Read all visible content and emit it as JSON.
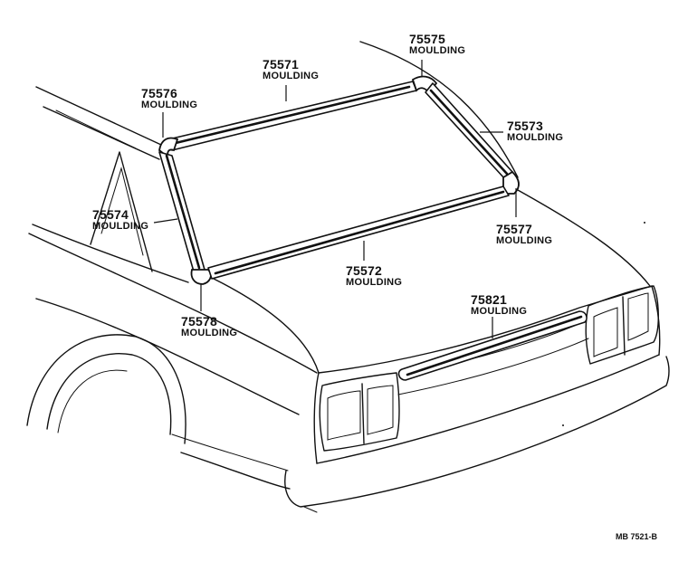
{
  "parts": {
    "p75571": {
      "number": "75571",
      "name": "MOULDING"
    },
    "p75575": {
      "number": "75575",
      "name": "MOULDING"
    },
    "p75576": {
      "number": "75576",
      "name": "MOULDING"
    },
    "p75573": {
      "number": "75573",
      "name": "MOULDING"
    },
    "p75574": {
      "number": "75574",
      "name": "MOULDING"
    },
    "p75577": {
      "number": "75577",
      "name": "MOULDING"
    },
    "p75572": {
      "number": "75572",
      "name": "MOULDING"
    },
    "p75578": {
      "number": "75578",
      "name": "MOULDING"
    },
    "p75821": {
      "number": "75821",
      "name": "MOULDING"
    }
  },
  "figure_code": "MB 7521-B"
}
